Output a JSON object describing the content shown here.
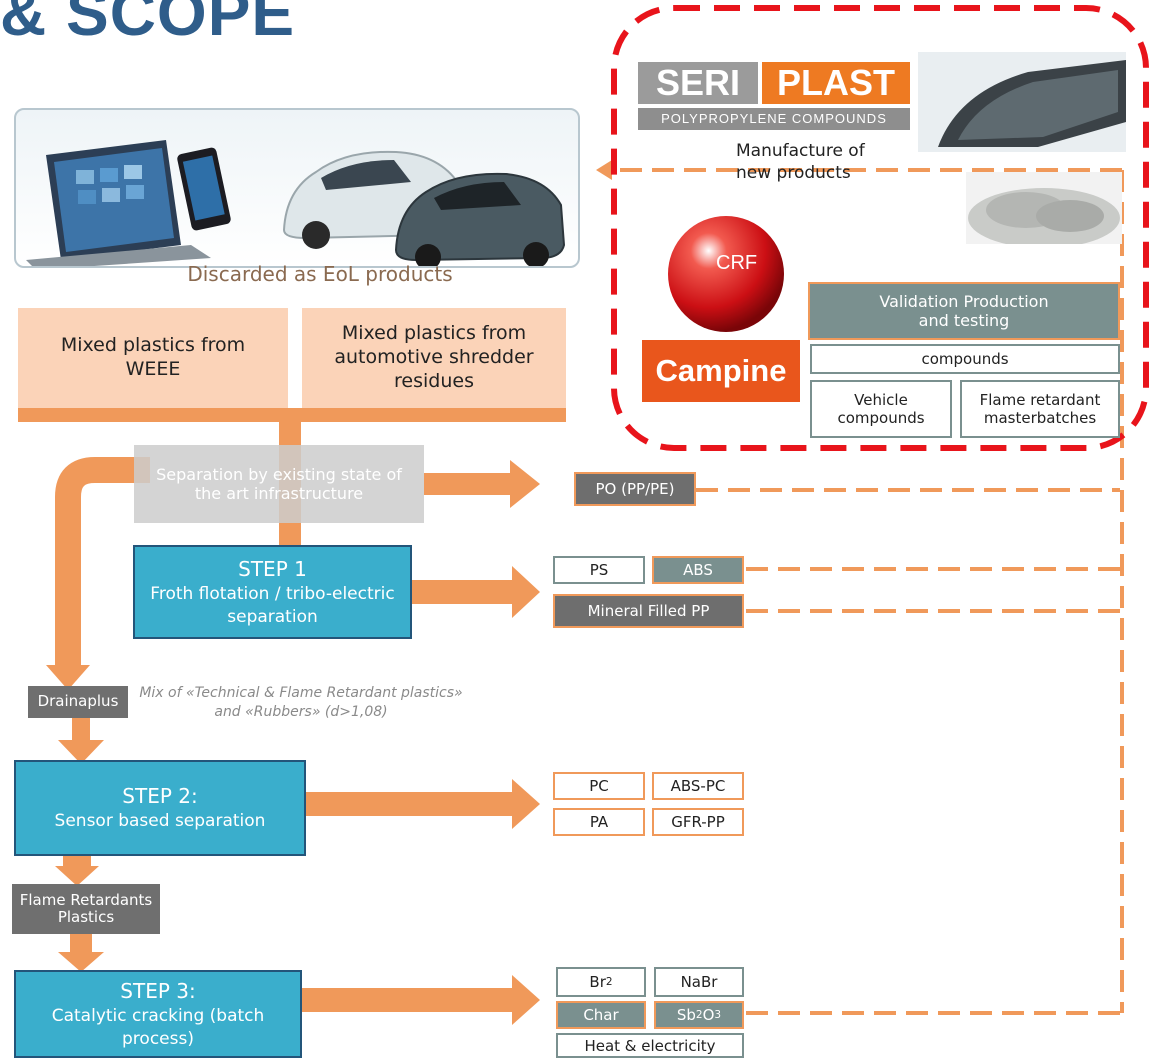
{
  "header": {
    "title": "& SCOPE"
  },
  "eol_caption": "Discarded as EoL products",
  "inputs": {
    "weee": "Mixed plastics from WEEE",
    "auto": "Mixed plastics from automotive shredder residues"
  },
  "separation_label": "Separation by existing state of the art infrastructure",
  "po_label": "PO (PP/PE)",
  "step1": {
    "title": "STEP 1",
    "subtitle": "Froth flotation / tribo-electric separation",
    "outputs": {
      "ps": "PS",
      "abs": "ABS",
      "mineral": "Mineral Filled PP"
    }
  },
  "drainaplus": "Drainaplus",
  "mix_note": "Mix of «Technical & Flame Retardant plastics» and «Rubbers» (d>1,08)",
  "step2": {
    "title": "STEP 2:",
    "subtitle": "Sensor based separation",
    "outputs": {
      "pc": "PC",
      "abs_pc": "ABS-PC",
      "pa": "PA",
      "gfr_pp": "GFR-PP"
    }
  },
  "fr_plastics": "Flame Retardants Plastics",
  "step3": {
    "title": "STEP 3:",
    "subtitle": "Catalytic cracking (batch process)",
    "outputs": {
      "br2_main": "Br",
      "br2_sub": "2",
      "nabr": "NaBr",
      "char": "Char",
      "sb_a": "Sb",
      "sb_b": "2",
      "sb_c": "O",
      "sb_d": "3",
      "heat": "Heat & electricity"
    }
  },
  "partners": {
    "seriplast_a": "SERI",
    "seriplast_b": "PLAST",
    "seriplast_sub": "POLYPROPYLENE COMPOUNDS",
    "manufacture": "Manufacture of new products",
    "crf": "CRF",
    "campine": "Campine",
    "validation": "Validation Production and testing",
    "compounds": "compounds",
    "vehicle": "Vehicle compounds",
    "fr_masterbatches": "Flame retardant masterbatches"
  },
  "colors": {
    "orange": "#f0995a",
    "teal": "#3aaecc",
    "navy": "#2f5d8a",
    "red": "#e8141b",
    "gray": "#6e6e6e"
  }
}
